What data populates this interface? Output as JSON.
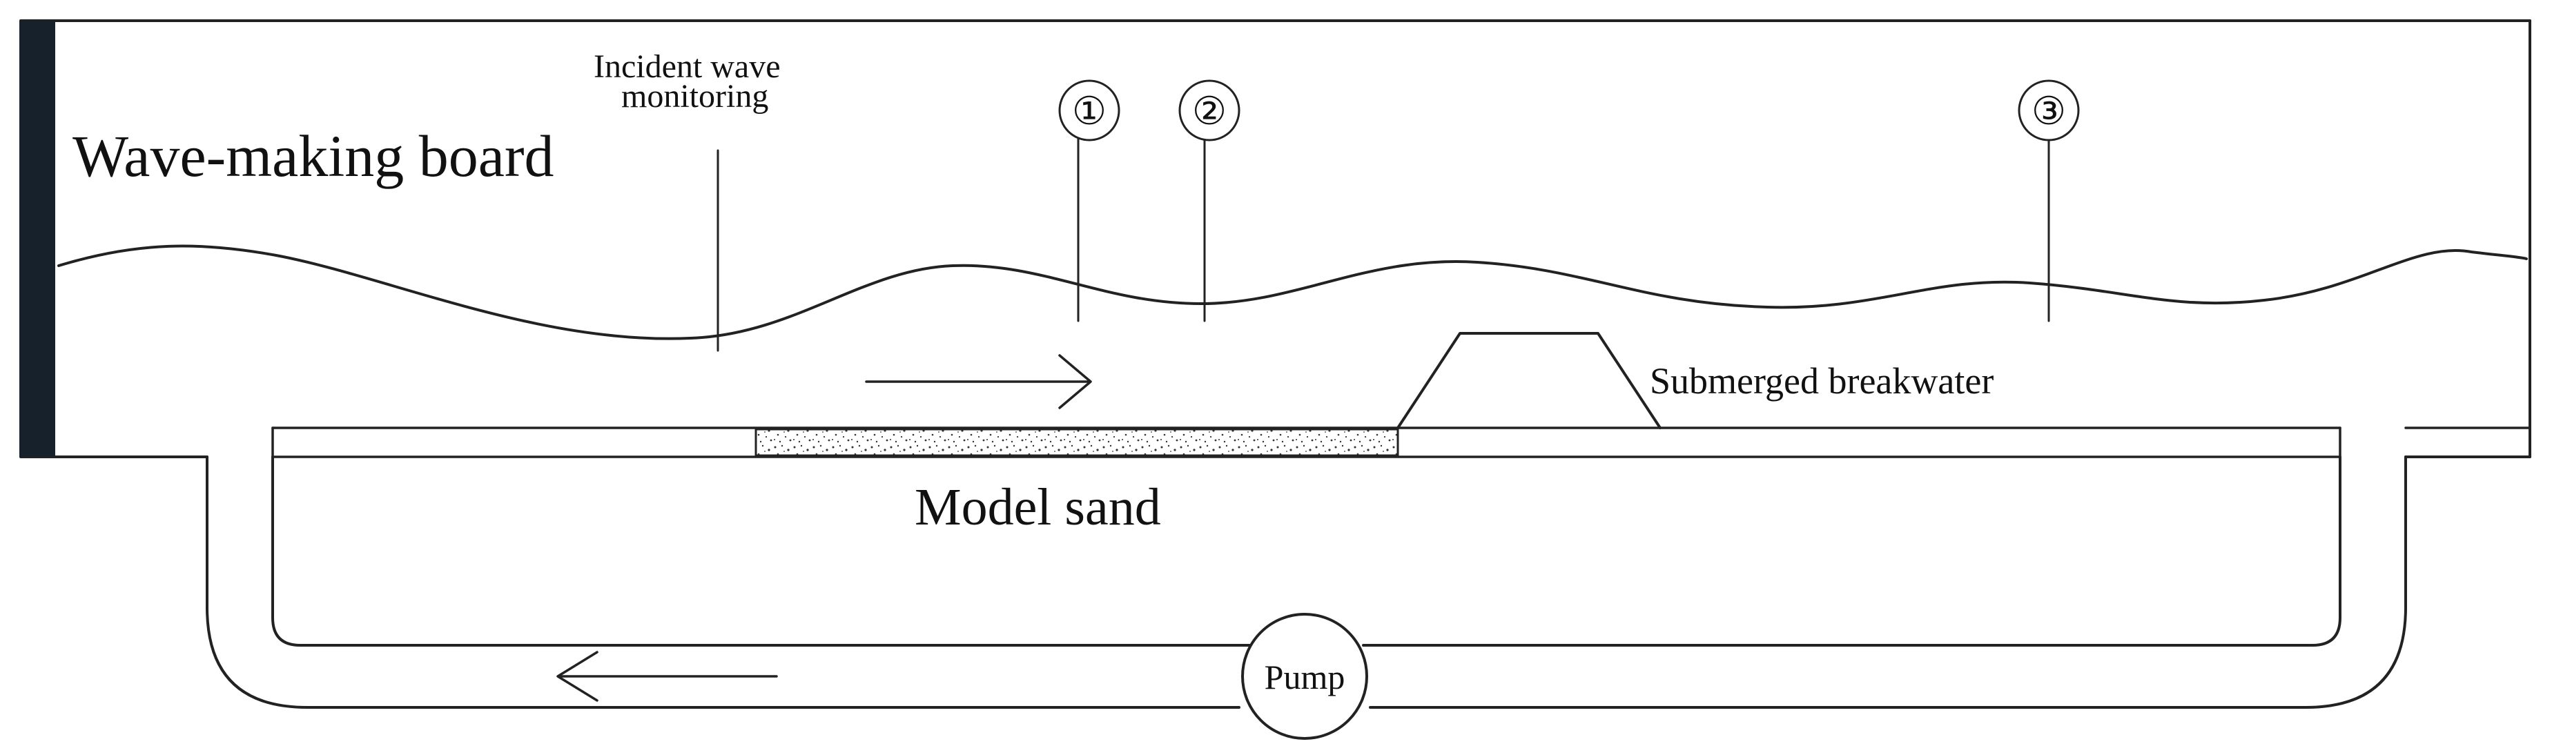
{
  "labels": {
    "wave_board": "Wave-making board",
    "incident_wave_line1": "Incident wave",
    "incident_wave_line2": "monitoring",
    "gauge_1": "①",
    "gauge_2": "②",
    "gauge_3": "③",
    "submerged_breakwater": "Submerged breakwater",
    "model_sand": "Model sand",
    "pump": "Pump"
  },
  "colors": {
    "board": "#17212b",
    "line": "#222222",
    "sand_dots": "#333333"
  }
}
